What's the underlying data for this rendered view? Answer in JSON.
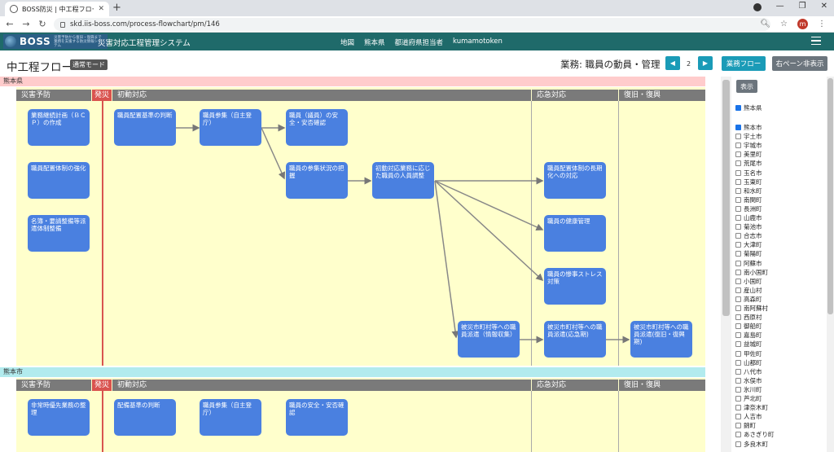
{
  "browser": {
    "tab_title": "BOSS防災 | 中工程フロー",
    "url": "skd.iis-boss.com/process-flowchart/pm/146",
    "avatar_letter": "m"
  },
  "header": {
    "logo_name": "BOSS",
    "logo_sub": "災害予防から復旧・復興まで 業務を支援する防災情報システム",
    "system_name": "災害対応工程管理システム",
    "menu_label": "地図",
    "pref": "熊本県",
    "role": "都道府県担当者",
    "user": "kumamotoken"
  },
  "toolbar": {
    "title": "中工程フロー",
    "mode": "通常モード",
    "gyomu": "業務: 職員の動員・管理",
    "prev": "◀",
    "page": "2",
    "next": "▶",
    "flow_button": "業務フロー",
    "hide_button": "右ペーン非表示"
  },
  "phases": {
    "yobo": "災害予防",
    "hassai": "発災",
    "shodo": "初動対応",
    "okyu": "応急対応",
    "fukkyu": "復旧・復興"
  },
  "regions": [
    {
      "title": "熊本県",
      "color": "#ffcccc",
      "nodes": [
        "業務継続計画（ＢＣＰ）の作成",
        "職員配置体制の強化",
        "名簿・要請整備等派遣体制整備",
        "職員配置基準の判断",
        "職員参集（自主登庁）",
        "職員（議員）の安全・安否確認",
        "職員の参集状況の把握",
        "初動対応業務に応じた職員の人員調整",
        "職員配置体制の長期化への対応",
        "職員の健康管理",
        "職員の惨事ストレス対策",
        "被災市町村等への職員派遣（情報収集）",
        "被災市町村等への職員派遣(応急期)",
        "被災市町村等への職員派遣(復旧・復興期)"
      ]
    },
    {
      "title": "熊本市",
      "color": "#b2ebee",
      "nodes": [
        "非常時優先業務の整理",
        "配備基準の判断",
        "職員参集（自主登庁）",
        "職員の安全・安否確認"
      ]
    }
  ],
  "sidebar": {
    "show_button": "表示",
    "pref_label": "熊本県",
    "municipalities": [
      {
        "name": "熊本市",
        "checked": true
      },
      {
        "name": "宇土市",
        "checked": false
      },
      {
        "name": "宇城市",
        "checked": false
      },
      {
        "name": "美里町",
        "checked": false
      },
      {
        "name": "荒尾市",
        "checked": false
      },
      {
        "name": "玉名市",
        "checked": false
      },
      {
        "name": "玉東町",
        "checked": false
      },
      {
        "name": "和水町",
        "checked": false
      },
      {
        "name": "南関町",
        "checked": false
      },
      {
        "name": "長洲町",
        "checked": false
      },
      {
        "name": "山鹿市",
        "checked": false
      },
      {
        "name": "菊池市",
        "checked": false
      },
      {
        "name": "合志市",
        "checked": false
      },
      {
        "name": "大津町",
        "checked": false
      },
      {
        "name": "菊陽町",
        "checked": false
      },
      {
        "name": "阿蘇市",
        "checked": false
      },
      {
        "name": "南小国町",
        "checked": false
      },
      {
        "name": "小国町",
        "checked": false
      },
      {
        "name": "産山村",
        "checked": false
      },
      {
        "name": "高森町",
        "checked": false
      },
      {
        "name": "南阿蘇村",
        "checked": false
      },
      {
        "name": "西原村",
        "checked": false
      },
      {
        "name": "御船町",
        "checked": false
      },
      {
        "name": "嘉島町",
        "checked": false
      },
      {
        "name": "益城町",
        "checked": false
      },
      {
        "name": "甲佐町",
        "checked": false
      },
      {
        "name": "山都町",
        "checked": false
      },
      {
        "name": "八代市",
        "checked": false
      },
      {
        "name": "水俣市",
        "checked": false
      },
      {
        "name": "氷川町",
        "checked": false
      },
      {
        "name": "芦北町",
        "checked": false
      },
      {
        "name": "津奈木町",
        "checked": false
      },
      {
        "name": "人吉市",
        "checked": false
      },
      {
        "name": "錦町",
        "checked": false
      },
      {
        "name": "あさぎり町",
        "checked": false
      },
      {
        "name": "多良木町",
        "checked": false
      }
    ]
  }
}
